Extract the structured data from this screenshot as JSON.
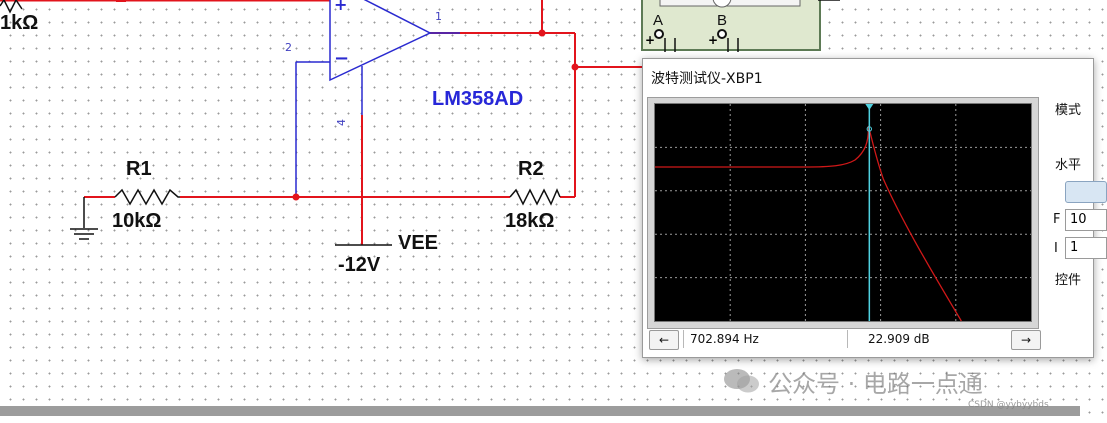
{
  "schematic": {
    "labels": {
      "top_left_resistor": "1kΩ",
      "opamp_part": "LM358AD",
      "pin_1": "1",
      "pin_2": "2",
      "pin_4": "4",
      "r1_name": "R1",
      "r1_value": "10kΩ",
      "r2_name": "R2",
      "r2_value": "18kΩ",
      "vee_name": "VEE",
      "vee_value": "-12V",
      "plus_sign": "+",
      "minus_sign": "−",
      "probe_a": "A",
      "probe_b": "B"
    },
    "colors": {
      "wire": "#e2141c",
      "component": "#2a2ad0",
      "junction": "#e2141c"
    }
  },
  "bode_window": {
    "title": "波特测试仪-XBP1",
    "side_panel": {
      "mode_label": "模式",
      "horizontal_label": "水平",
      "f_label": "F",
      "f_value": "10",
      "i_label": "I",
      "i_value": "1",
      "controls_label": "控件"
    },
    "status": {
      "left_arrow": "←",
      "right_arrow": "→",
      "frequency": "702.894  Hz",
      "magnitude": "22.909 dB"
    },
    "colors": {
      "plot_bg": "#000000",
      "grid": "#9a9a9a",
      "trace": "#d01818",
      "cursor": "#4fd1e0"
    },
    "cursor_fraction": 0.57
  },
  "watermark": {
    "text": "公众号 · 电路一点通",
    "credit": "CSDN @yybyybds"
  }
}
